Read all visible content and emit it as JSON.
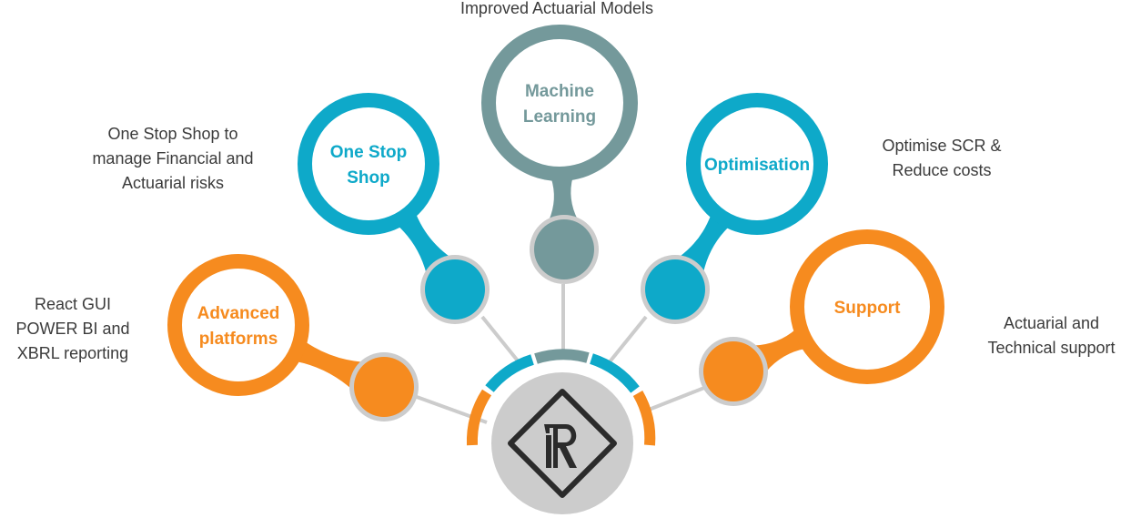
{
  "colors": {
    "orange": "#f68b1f",
    "teal": "#0ea9c9",
    "slate": "#74999b",
    "grey": "#cccccc",
    "dark": "#2b2b2b"
  },
  "center": {
    "logo_icon": "rp-diamond-logo-icon"
  },
  "nodes": [
    {
      "key": "advanced",
      "color": "orange",
      "title_lines": [
        "Advanced",
        "platforms"
      ],
      "desc_lines": [
        "React GUI",
        "POWER BI and",
        "XBRL reporting"
      ]
    },
    {
      "key": "onestop",
      "color": "teal",
      "title_lines": [
        "One Stop",
        "Shop"
      ],
      "desc_lines": [
        "One Stop Shop to",
        "manage Financial and",
        "Actuarial risks"
      ]
    },
    {
      "key": "ml",
      "color": "slate",
      "title_lines": [
        "Machine",
        "Learning"
      ],
      "desc_lines": [
        "Improved Actuarial Models"
      ]
    },
    {
      "key": "optimisation",
      "color": "teal",
      "title_lines": [
        "Optimisation"
      ],
      "desc_lines": [
        "Optimise SCR &",
        "Reduce costs"
      ]
    },
    {
      "key": "support",
      "color": "orange",
      "title_lines": [
        "Support"
      ],
      "desc_lines": [
        "Actuarial and",
        "Technical support"
      ]
    }
  ]
}
